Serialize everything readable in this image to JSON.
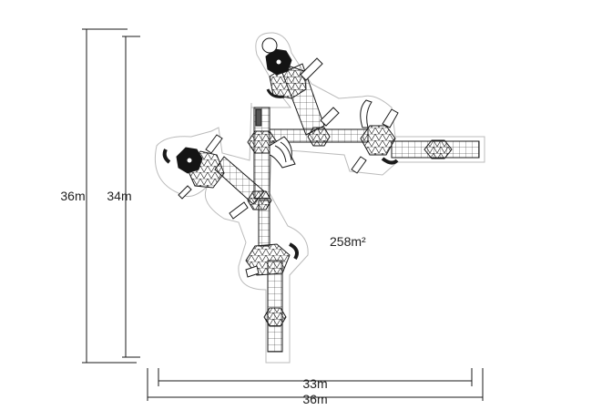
{
  "dimensions": {
    "outer_height": "36m",
    "inner_height": "34m",
    "inner_width": "33m",
    "outer_width": "36m"
  },
  "area_label": "258m²",
  "colors": {
    "line": "#1a1a1a",
    "fill_dark": "#141414",
    "fill_light": "#ffffff",
    "safety_zone": "#bbbbbb"
  }
}
